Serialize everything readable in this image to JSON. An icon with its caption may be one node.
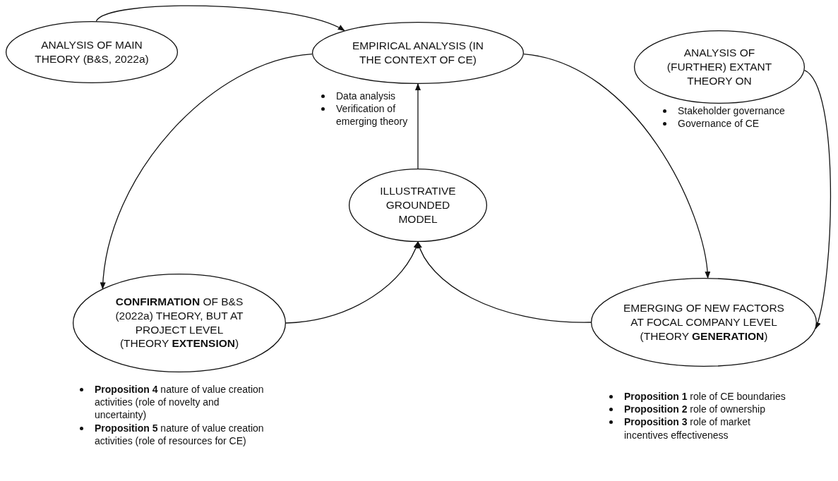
{
  "diagram": {
    "nodes": [
      {
        "text": [
          "ANALYSIS OF MAIN THEORY (B&S, 2022a)"
        ]
      },
      {
        "text": [
          "EMPIRICAL ANALYSIS (IN THE CONTEXT OF CE)"
        ],
        "beside": [
          "Data analysis",
          "Verification of emerging theory"
        ]
      },
      {
        "text": [
          "ANALYSIS OF (FURTHER) EXTANT THEORY ON"
        ],
        "beside": [
          "Stakeholder governance",
          "Governance of CE"
        ]
      },
      {
        "text": [
          "ILLUSTRATIVE GROUNDED MODEL"
        ]
      },
      {
        "text": [
          "**CONFIRMATION** OF B&S (2022a) THEORY, BUT AT PROJECT LEVEL (THEORY **EXTENSION**)"
        ],
        "beside": [
          "**Proposition 4** nature of value creation activities (role of novelty and uncertainty)",
          "**Proposition 5** nature of value creation activities (role of resources for CE)"
        ]
      },
      {
        "text": [
          "EMERGING OF NEW FACTORS AT FOCAL COMPANY LEVEL (THEORY **GENERATION**)"
        ],
        "beside": [
          "**Proposition 1** role of CE boundaries",
          "**Proposition 2** role of ownership",
          "**Proposition 3** role of market incentives effectiveness"
        ]
      }
    ],
    "edges": [
      {
        "from": 0,
        "to": 1,
        "arrow": "to"
      },
      {
        "from": 1,
        "to": 4,
        "arrow": "to"
      },
      {
        "from": 1,
        "to": 5,
        "arrow": "to"
      },
      {
        "from": 2,
        "to": 5,
        "arrow": "to"
      },
      {
        "from": 3,
        "to": 1,
        "arrow": "to"
      },
      {
        "from": 4,
        "to": 3,
        "arrow": "to"
      },
      {
        "from": 5,
        "to": 3,
        "arrow": "to"
      }
    ]
  }
}
